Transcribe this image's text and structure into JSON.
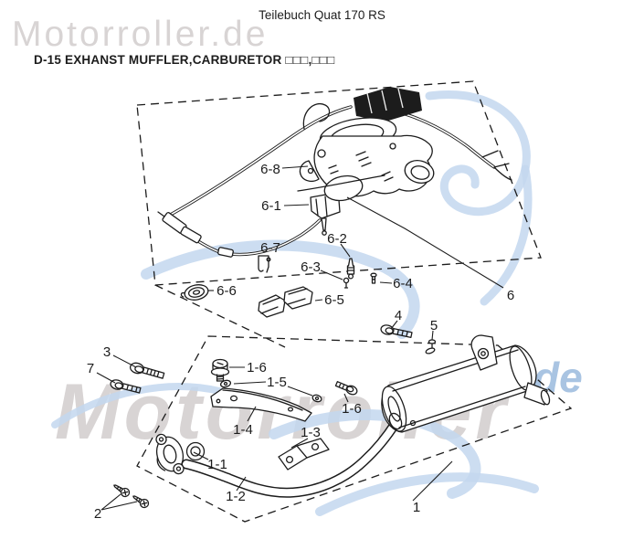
{
  "page": {
    "header_title": "Teilebuch Quat 170 RS",
    "section_heading": "D-15 EXHANST MUFFLER,CARBURETOR □□□,□□□"
  },
  "watermarks": {
    "top": "Motorroller.de",
    "bottom_main": "Motorroller",
    "bottom_suffix": "de"
  },
  "colors": {
    "ink": "#1c1c1c",
    "watermark_gray": "#d8d4d4",
    "watermark_blue": "#a9c4e2",
    "swirl_blue": "#c3d7ee"
  },
  "diagram": {
    "part_labels": [
      "6-8",
      "6-1",
      "6-7",
      "6-2",
      "6-3",
      "6-4",
      "6-6",
      "6-5",
      "6",
      "4",
      "5",
      "3",
      "7",
      "1-6",
      "1-5",
      "1-6",
      "1-4",
      "1-3",
      "1-1",
      "1-2",
      "1",
      "2"
    ]
  }
}
